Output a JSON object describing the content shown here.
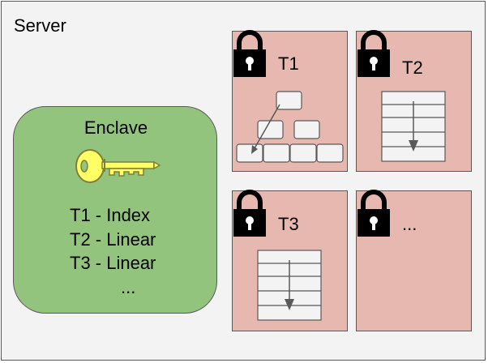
{
  "server": {
    "label": "Server"
  },
  "enclave": {
    "title": "Enclave",
    "key_icon": "key-icon",
    "entries": [
      "T1 - Index",
      "T2 - Linear",
      "T3 - Linear",
      "..."
    ]
  },
  "tables": [
    {
      "id": "t1",
      "label": "T1",
      "lock_icon": "lock-icon",
      "structure": "index-tree"
    },
    {
      "id": "t2",
      "label": "T2",
      "lock_icon": "lock-icon",
      "structure": "linear-list"
    },
    {
      "id": "t3",
      "label": "T3",
      "lock_icon": "lock-icon",
      "structure": "linear-list"
    },
    {
      "id": "t4",
      "label": "...",
      "lock_icon": "lock-icon",
      "structure": "none"
    }
  ],
  "colors": {
    "server_bg": "#f3f3f3",
    "enclave_bg": "#93c47d",
    "table_bg": "#e6b8af",
    "key": "#ffff66",
    "lock": "#000000",
    "border": "#595959"
  }
}
